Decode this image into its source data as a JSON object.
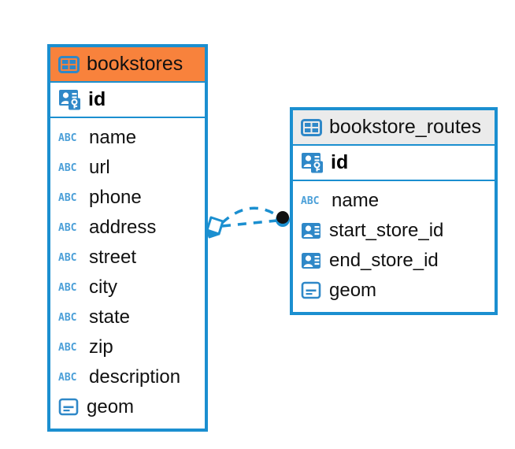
{
  "diagram": {
    "type": "entity-relationship-diagram",
    "background": "#ffffff",
    "accent_color": "#1b8fd0",
    "selected_header_color": "#f8823c",
    "header_color": "#ebebeb",
    "connector_color": "#1b8fd0"
  },
  "tables": [
    {
      "name": "bookstores",
      "selected": true,
      "table_icon": "table-grid-icon",
      "primary_key": {
        "label": "id",
        "icon": "primary-key-icon"
      },
      "fields": [
        {
          "label": "name",
          "icon": "abc-text-icon"
        },
        {
          "label": "url",
          "icon": "abc-text-icon"
        },
        {
          "label": "phone",
          "icon": "abc-text-icon"
        },
        {
          "label": "address",
          "icon": "abc-text-icon"
        },
        {
          "label": "street",
          "icon": "abc-text-icon"
        },
        {
          "label": "city",
          "icon": "abc-text-icon"
        },
        {
          "label": "state",
          "icon": "abc-text-icon"
        },
        {
          "label": "zip",
          "icon": "abc-text-icon"
        },
        {
          "label": "description",
          "icon": "abc-text-icon"
        },
        {
          "label": "geom",
          "icon": "geometry-icon"
        }
      ]
    },
    {
      "name": "bookstore_routes",
      "selected": false,
      "table_icon": "table-grid-icon",
      "primary_key": {
        "label": "id",
        "icon": "primary-key-icon"
      },
      "fields": [
        {
          "label": "name",
          "icon": "abc-text-icon"
        },
        {
          "label": "start_store_id",
          "icon": "foreign-key-icon"
        },
        {
          "label": "end_store_id",
          "icon": "foreign-key-icon"
        },
        {
          "label": "geom",
          "icon": "geometry-icon"
        }
      ]
    }
  ],
  "relationship": {
    "from_table": "bookstores",
    "to_table": "bookstore_routes",
    "line_style": "dashed",
    "source_marker": "diamond-marker",
    "target_marker": "filled-circle-marker"
  }
}
